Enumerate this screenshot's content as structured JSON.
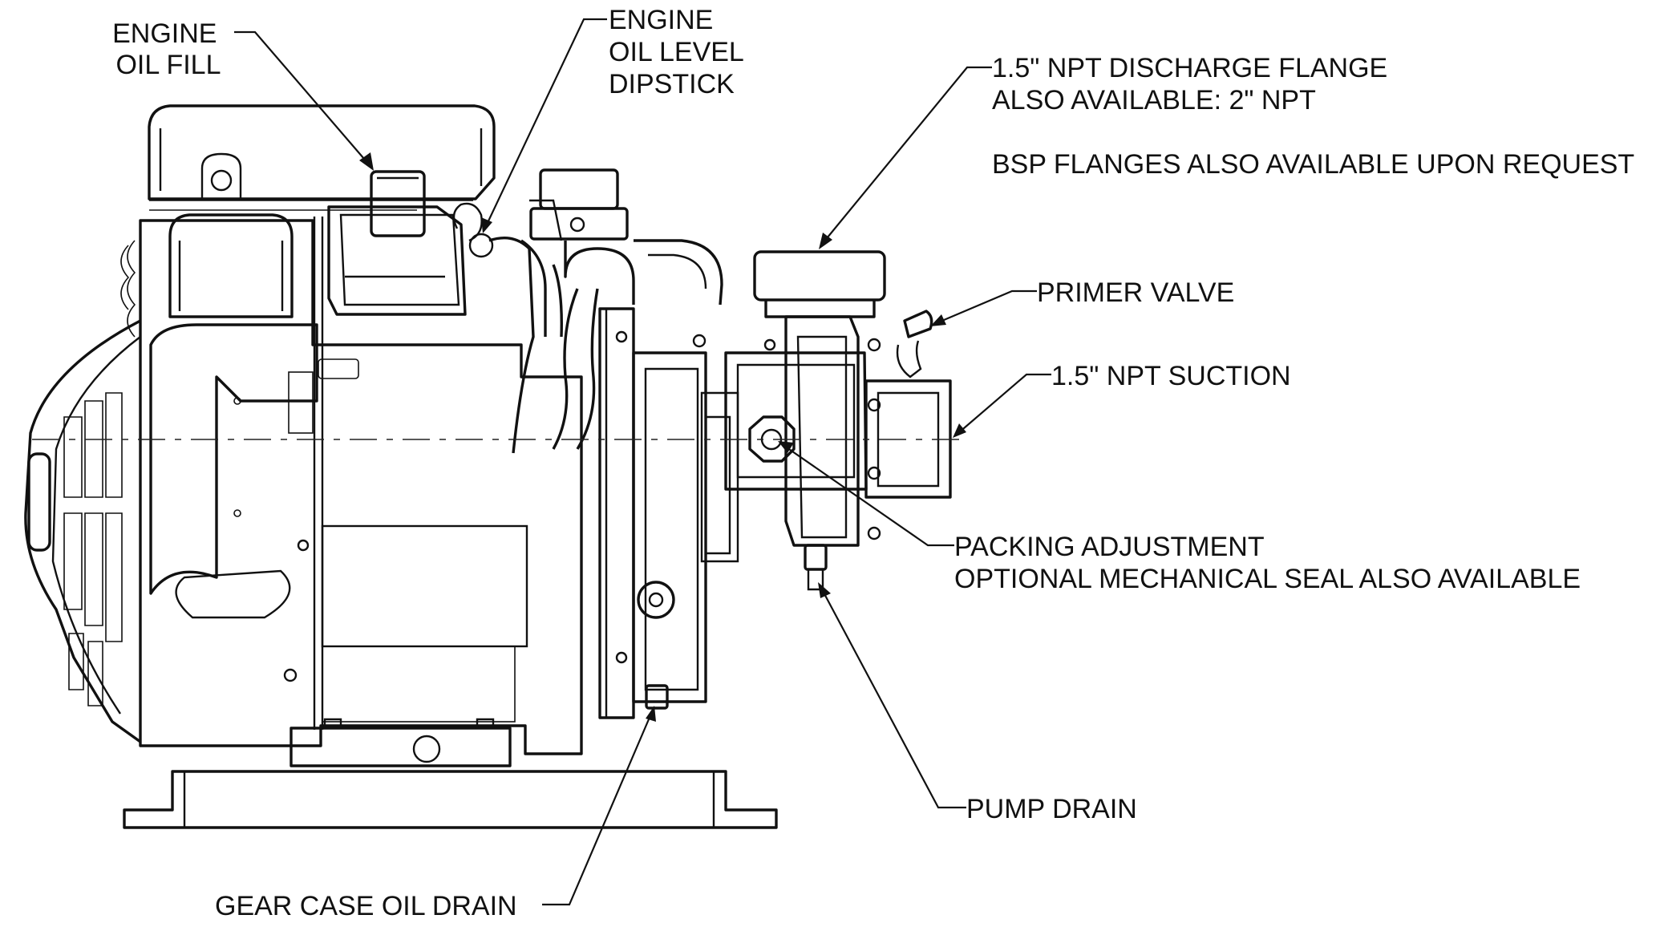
{
  "labels": {
    "engine_oil_fill": [
      "ENGINE",
      "OIL FILL"
    ],
    "engine_oil_level_dipstick": [
      "ENGINE",
      "OIL LEVEL",
      "DIPSTICK"
    ],
    "discharge_flange": [
      "1.5\" NPT DISCHARGE FLANGE",
      "ALSO AVAILABLE: 2\" NPT"
    ],
    "bsp_note": "BSP FLANGES ALSO AVAILABLE UPON REQUEST",
    "primer_valve": "PRIMER VALVE",
    "suction": "1.5\" NPT SUCTION",
    "packing_adjustment": [
      "PACKING ADJUSTMENT",
      "OPTIONAL MECHANICAL SEAL ALSO AVAILABLE"
    ],
    "pump_drain": "PUMP DRAIN",
    "gear_case_oil_drain": "GEAR CASE OIL DRAIN"
  }
}
